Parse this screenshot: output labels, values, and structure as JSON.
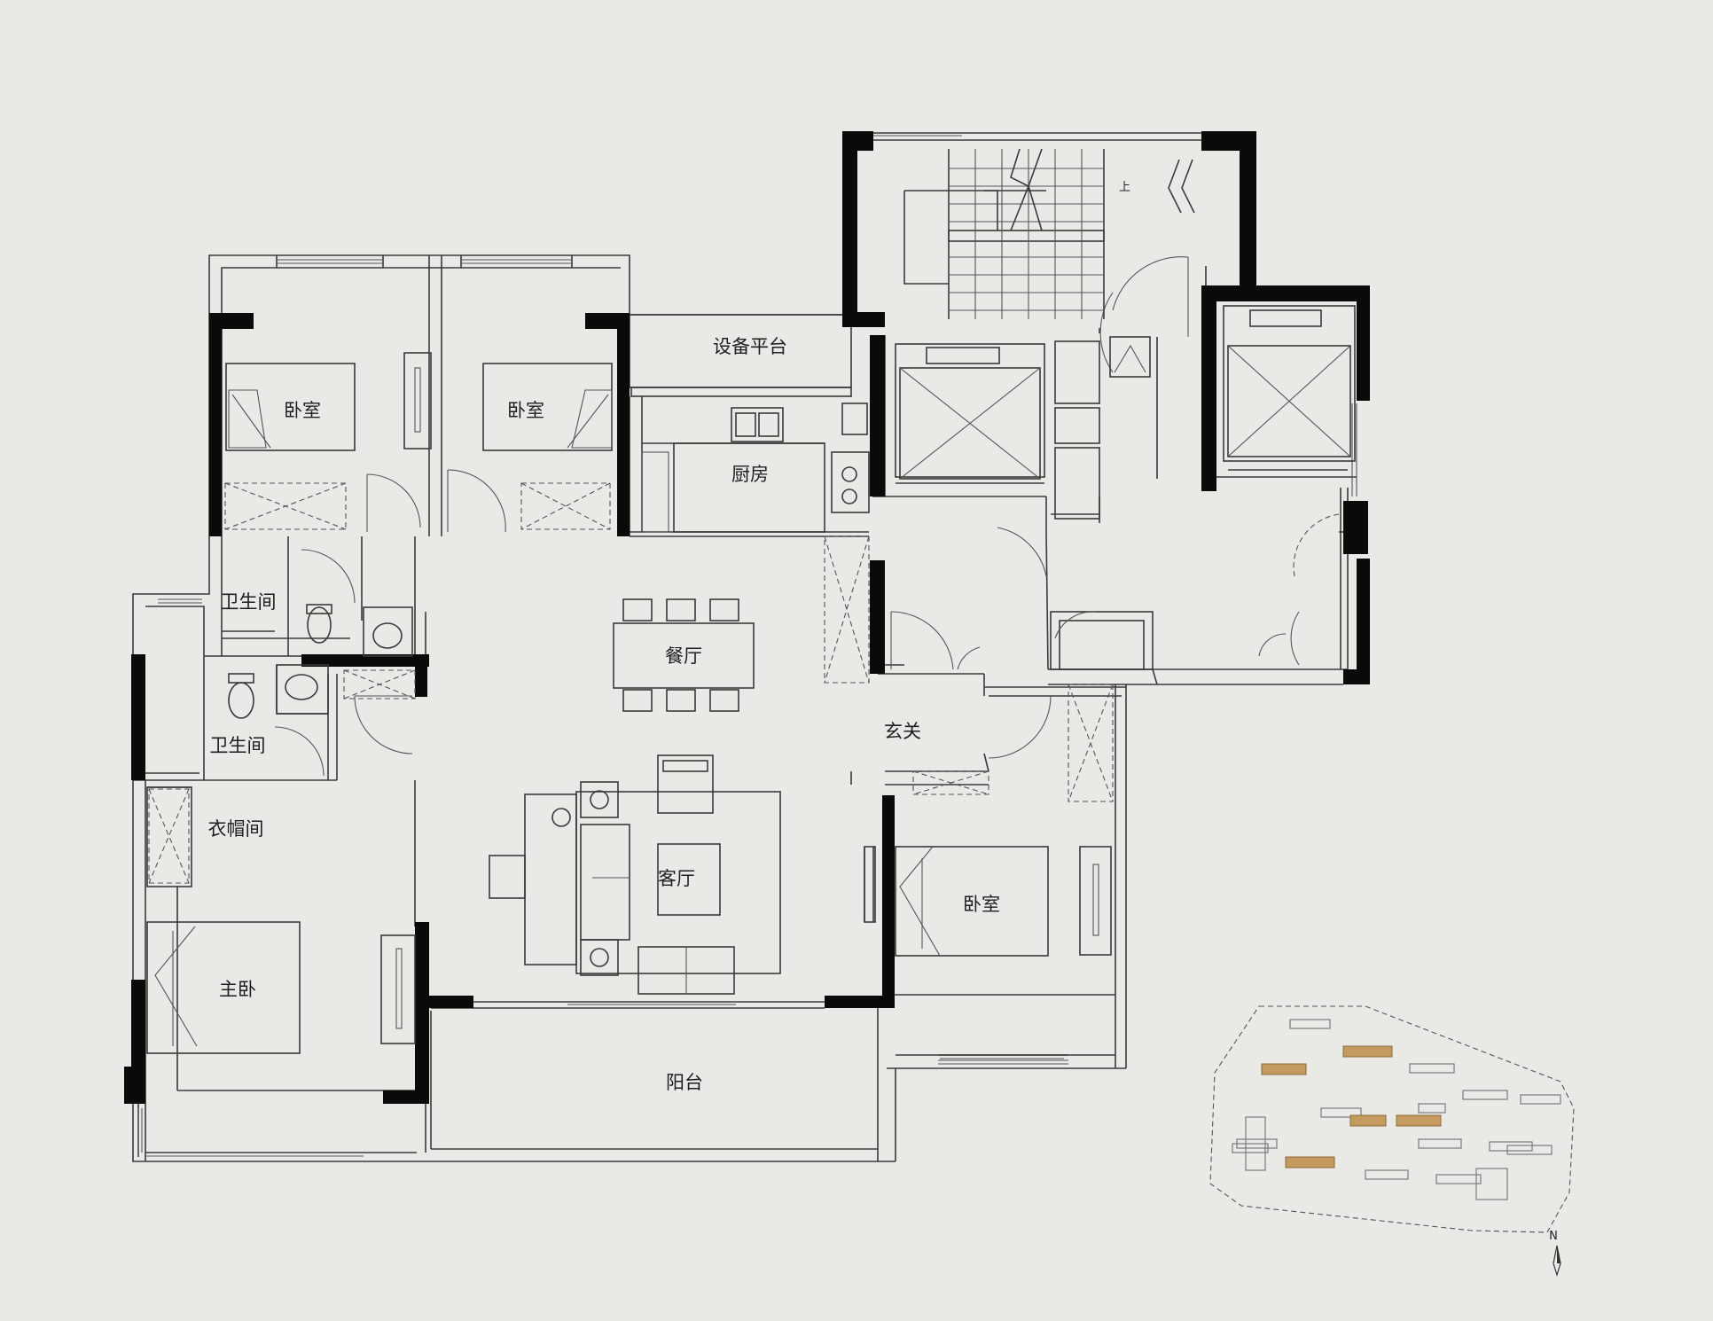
{
  "rooms": {
    "bedroom_nw": "卧室",
    "bedroom_n2": "卧室",
    "equipment_platform": "设备平台",
    "kitchen": "厨房",
    "bath_upper": "卫生间",
    "bath_lower": "卫生间",
    "dining": "餐厅",
    "foyer": "玄关",
    "closet": "衣帽间",
    "living": "客厅",
    "bedroom_e": "卧室",
    "master": "主卧",
    "balcony": "阳台"
  },
  "stair": {
    "up_mark": "上"
  },
  "compass": {
    "north": "N"
  },
  "colors": {
    "highlight_building": "#c49a5e",
    "wall": "#0a0a0a",
    "paper": "#e9e9e6"
  }
}
